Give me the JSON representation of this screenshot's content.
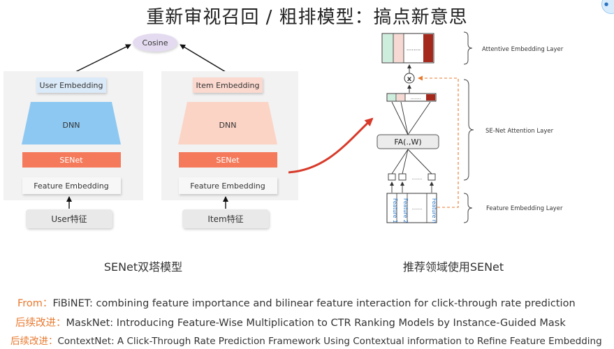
{
  "title": "重新审视召回 / 粗排模型：搞点新意思",
  "colors": {
    "user_embedding_fill": "#dbeaf8",
    "item_embedding_fill": "#fbd9cf",
    "user_dnn": "#8dc8f2",
    "item_dnn": "#fbd4c6",
    "senet": "#f47a5b",
    "cosine": "#e4dbf0",
    "panel": "#f2f2f2",
    "red_arrow": "#d83a2a",
    "green_cell": "#cdeedd",
    "pink_cell": "#f6d9d3",
    "dark_red_cell": "#a5281c",
    "feature_text": "#2e79c8",
    "reference_tag": "#e8792e"
  },
  "left_diagram": {
    "cosine": "Cosine",
    "user_tower": {
      "embedding": "User Embedding",
      "dnn": "DNN",
      "senet": "SENet",
      "feature_embedding": "Feature Embedding",
      "input": "User特征"
    },
    "item_tower": {
      "embedding": "Item Embedding",
      "dnn": "DNN",
      "senet": "SENet",
      "feature_embedding": "Feature Embedding",
      "input": "Item特征"
    },
    "caption": "SENet双塔模型"
  },
  "right_diagram": {
    "fa_label": "FA(.,W)",
    "multiply_symbol": "x",
    "dots": "........",
    "features": [
      "Feature 1",
      "Feature 2",
      "Feature n"
    ],
    "layers": {
      "attentive": "Attentive Embedding Layer",
      "senet_attention": "SE-Net Attention Layer",
      "feature_embedding": "Feature Embedding Layer"
    },
    "caption": "推荐领域使用SENet"
  },
  "references": [
    {
      "tag": "From：",
      "text": "FiBiNET: combining feature importance and bilinear feature interaction for click-through rate prediction"
    },
    {
      "tag": "后续改进：",
      "text": "MaskNet: Introducing Feature-Wise Multiplication to CTR Ranking Models by Instance-Guided Mask"
    },
    {
      "tag": "后续改进：",
      "text": "ContextNet: A Click-Through Rate Prediction Framework Using Contextual information to Refine Feature Embedding"
    }
  ]
}
